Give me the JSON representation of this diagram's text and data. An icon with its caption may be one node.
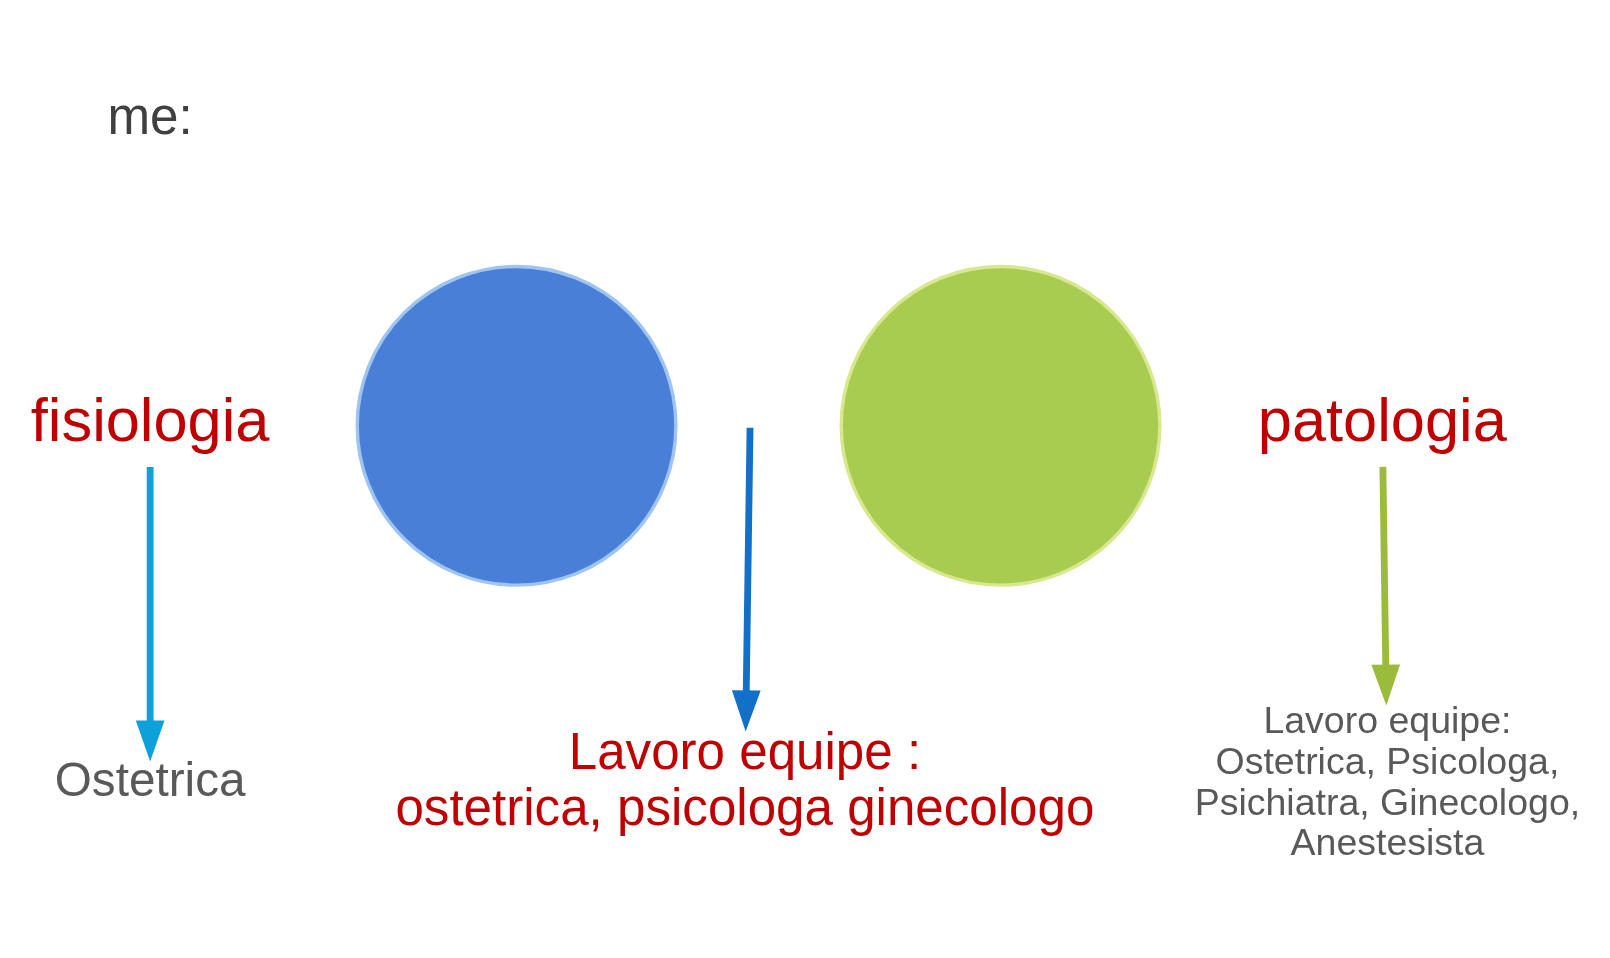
{
  "diagram": {
    "nodes": [
      {
        "text": [],
        "shape": "circle"
      },
      {
        "text": [],
        "shape": "circle"
      },
      {
        "text": [
          "fisiologia"
        ]
      },
      {
        "text": [
          "patologia"
        ]
      },
      {
        "text": [
          "Ostetrica"
        ]
      },
      {
        "text": [
          "Lavoro equipe : ostetrica, psicologa ginecologo"
        ]
      },
      {
        "text": [
          "Lavoro equipe: Ostetrica, Psicologa, Psichiatra, Ginecologo, Anestesista"
        ]
      }
    ],
    "edges": [
      {
        "from": 2,
        "to": 4,
        "arrow": "to",
        "color": "#0ea0d8"
      },
      {
        "from": null,
        "to": 5,
        "arrow": "to",
        "color": "#1270c8"
      },
      {
        "from": 3,
        "to": 6,
        "arrow": "to",
        "color": "#9bbb3c"
      }
    ],
    "labels": [
      "me:"
    ]
  }
}
